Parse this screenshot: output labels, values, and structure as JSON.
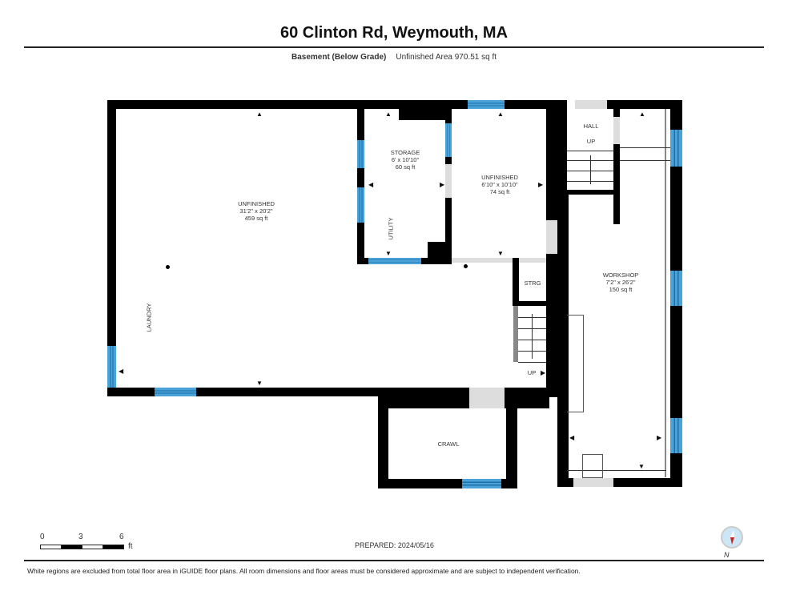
{
  "header": {
    "title": "60 Clinton Rd, Weymouth, MA",
    "level": "Basement (Below Grade)",
    "area": "Unfinished Area 970.51 sq ft"
  },
  "rooms": {
    "unfinished_main": {
      "name": "UNFINISHED",
      "dims": "31'2\" x 20'2\"",
      "area": "459 sq ft"
    },
    "storage": {
      "name": "STORAGE",
      "dims": "6' x 10'10\"",
      "area": "60 sq ft"
    },
    "unfinished_small": {
      "name": "UNFINISHED",
      "dims": "6'10\" x 10'10\"",
      "area": "74 sq ft"
    },
    "workshop": {
      "name": "WORKSHOP",
      "dims": "7'2\" x 26'2\"",
      "area": "150 sq ft"
    },
    "hall": {
      "name": "HALL",
      "stair": "UP"
    },
    "strg": {
      "name": "STRG"
    },
    "crawl": {
      "name": "CRAWL"
    },
    "laundry": {
      "name": "LAUNDRY"
    },
    "utility": {
      "name": "UTILITY"
    },
    "stair_up": {
      "name": "UP"
    }
  },
  "scale": {
    "labels": [
      "0",
      "3",
      "6"
    ],
    "unit": "ft"
  },
  "footer": {
    "prepared": "PREPARED: 2024/05/16",
    "disclaimer": "White regions are excluded from total floor area in iGUIDE floor plans. All room dimensions and floor areas must be considered approximate and are subject to independent verification.",
    "compass_label": "N"
  },
  "colors": {
    "wall": "#000000",
    "window": "#4aa3d8",
    "door": "#dddddd",
    "compass_needle": "#cc1f1f"
  }
}
